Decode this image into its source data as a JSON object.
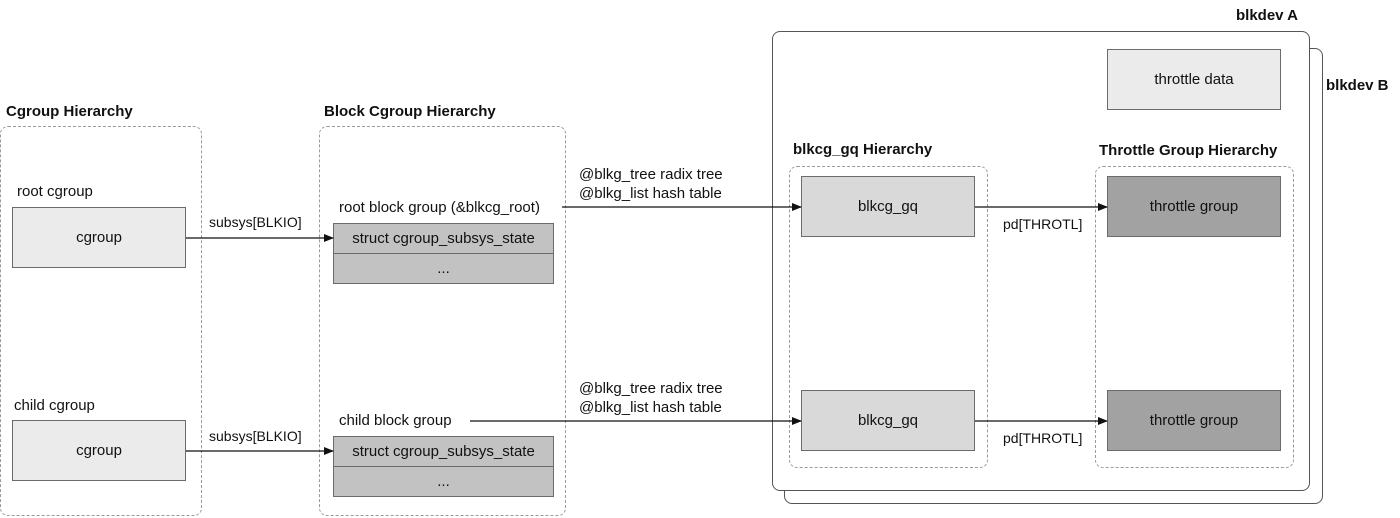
{
  "blkdev_a_label": "blkdev A",
  "blkdev_b_label": "blkdev B",
  "throttle_data_label": "throttle data",
  "cgroup_hierarchy": {
    "title": "Cgroup Hierarchy",
    "root_label": "root cgroup",
    "child_label": "child cgroup",
    "box_label": "cgroup"
  },
  "block_cgroup_hierarchy": {
    "title": "Block Cgroup Hierarchy",
    "root_label": "root block group (&blkcg_root)",
    "child_label": "child block group",
    "css_label": "struct cgroup_subsys_state",
    "ellipsis": "..."
  },
  "subsys_label": "subsys[BLKIO]",
  "radix_label": "@blkg_tree radix tree",
  "hash_label": "@blkg_list hash table",
  "blkcg_gq_hierarchy": {
    "title": "blkcg_gq Hierarchy",
    "box_label": "blkcg_gq"
  },
  "pd_label": "pd[THROTL]",
  "throttle_group_hierarchy": {
    "title": "Throttle Group Hierarchy",
    "box_label": "throttle group"
  }
}
